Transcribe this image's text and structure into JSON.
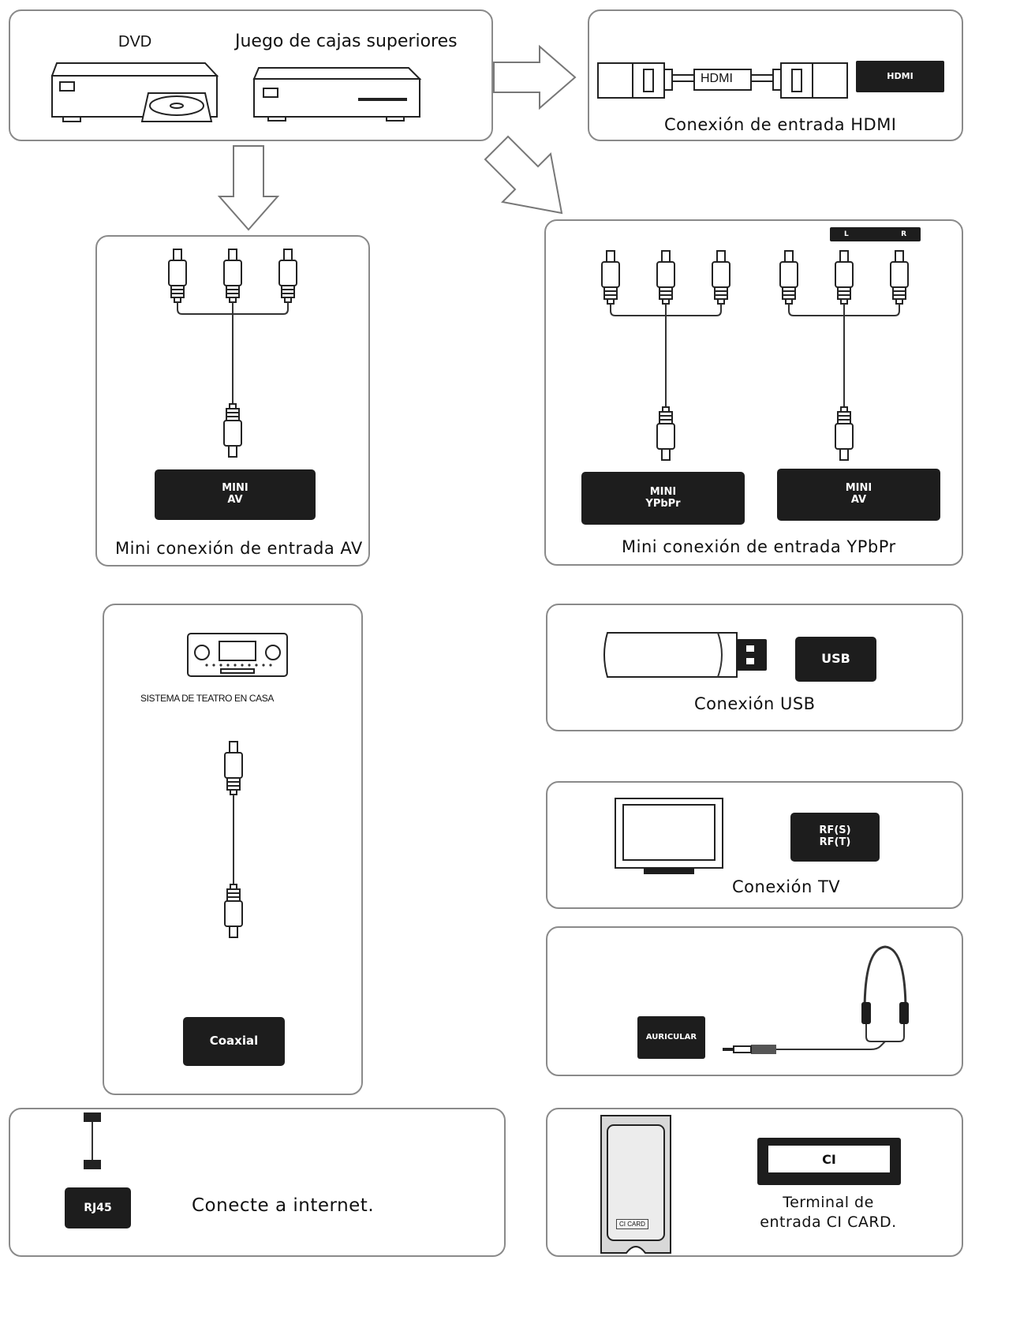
{
  "sources": {
    "dvd_label": "DVD",
    "settop_label": "Juego de cajas superiores"
  },
  "hdmi": {
    "cable_label": "HDMI",
    "port_label": "HDMI",
    "caption": "Conexión de entrada HDMI"
  },
  "mini_av": {
    "port_label": "MINI\nAV",
    "caption": "Mini conexión de entrada AV"
  },
  "mini_ypbpr": {
    "lr_left": "L",
    "lr_right": "R",
    "ypbpr_port_label": "MINI\nYPbPr",
    "av_port_label": "MINI\nAV",
    "caption": "Mini conexión de entrada YPbPr"
  },
  "coaxial": {
    "system_label": "SISTEMA DE TEATRO EN CASA",
    "port_label": "Coaxial"
  },
  "usb": {
    "port_label": "USB",
    "caption": "Conexión USB"
  },
  "tv": {
    "port_label": "RF(S)\nRF(T)",
    "caption": "Conexión TV"
  },
  "headphone": {
    "port_label": "AURICULAR"
  },
  "rj45": {
    "port_label": "RJ45",
    "caption": "Conecte a internet."
  },
  "ci": {
    "card_label": "CI CARD",
    "slot_label": "CI",
    "caption": "Terminal de\nentrada CI CARD."
  }
}
